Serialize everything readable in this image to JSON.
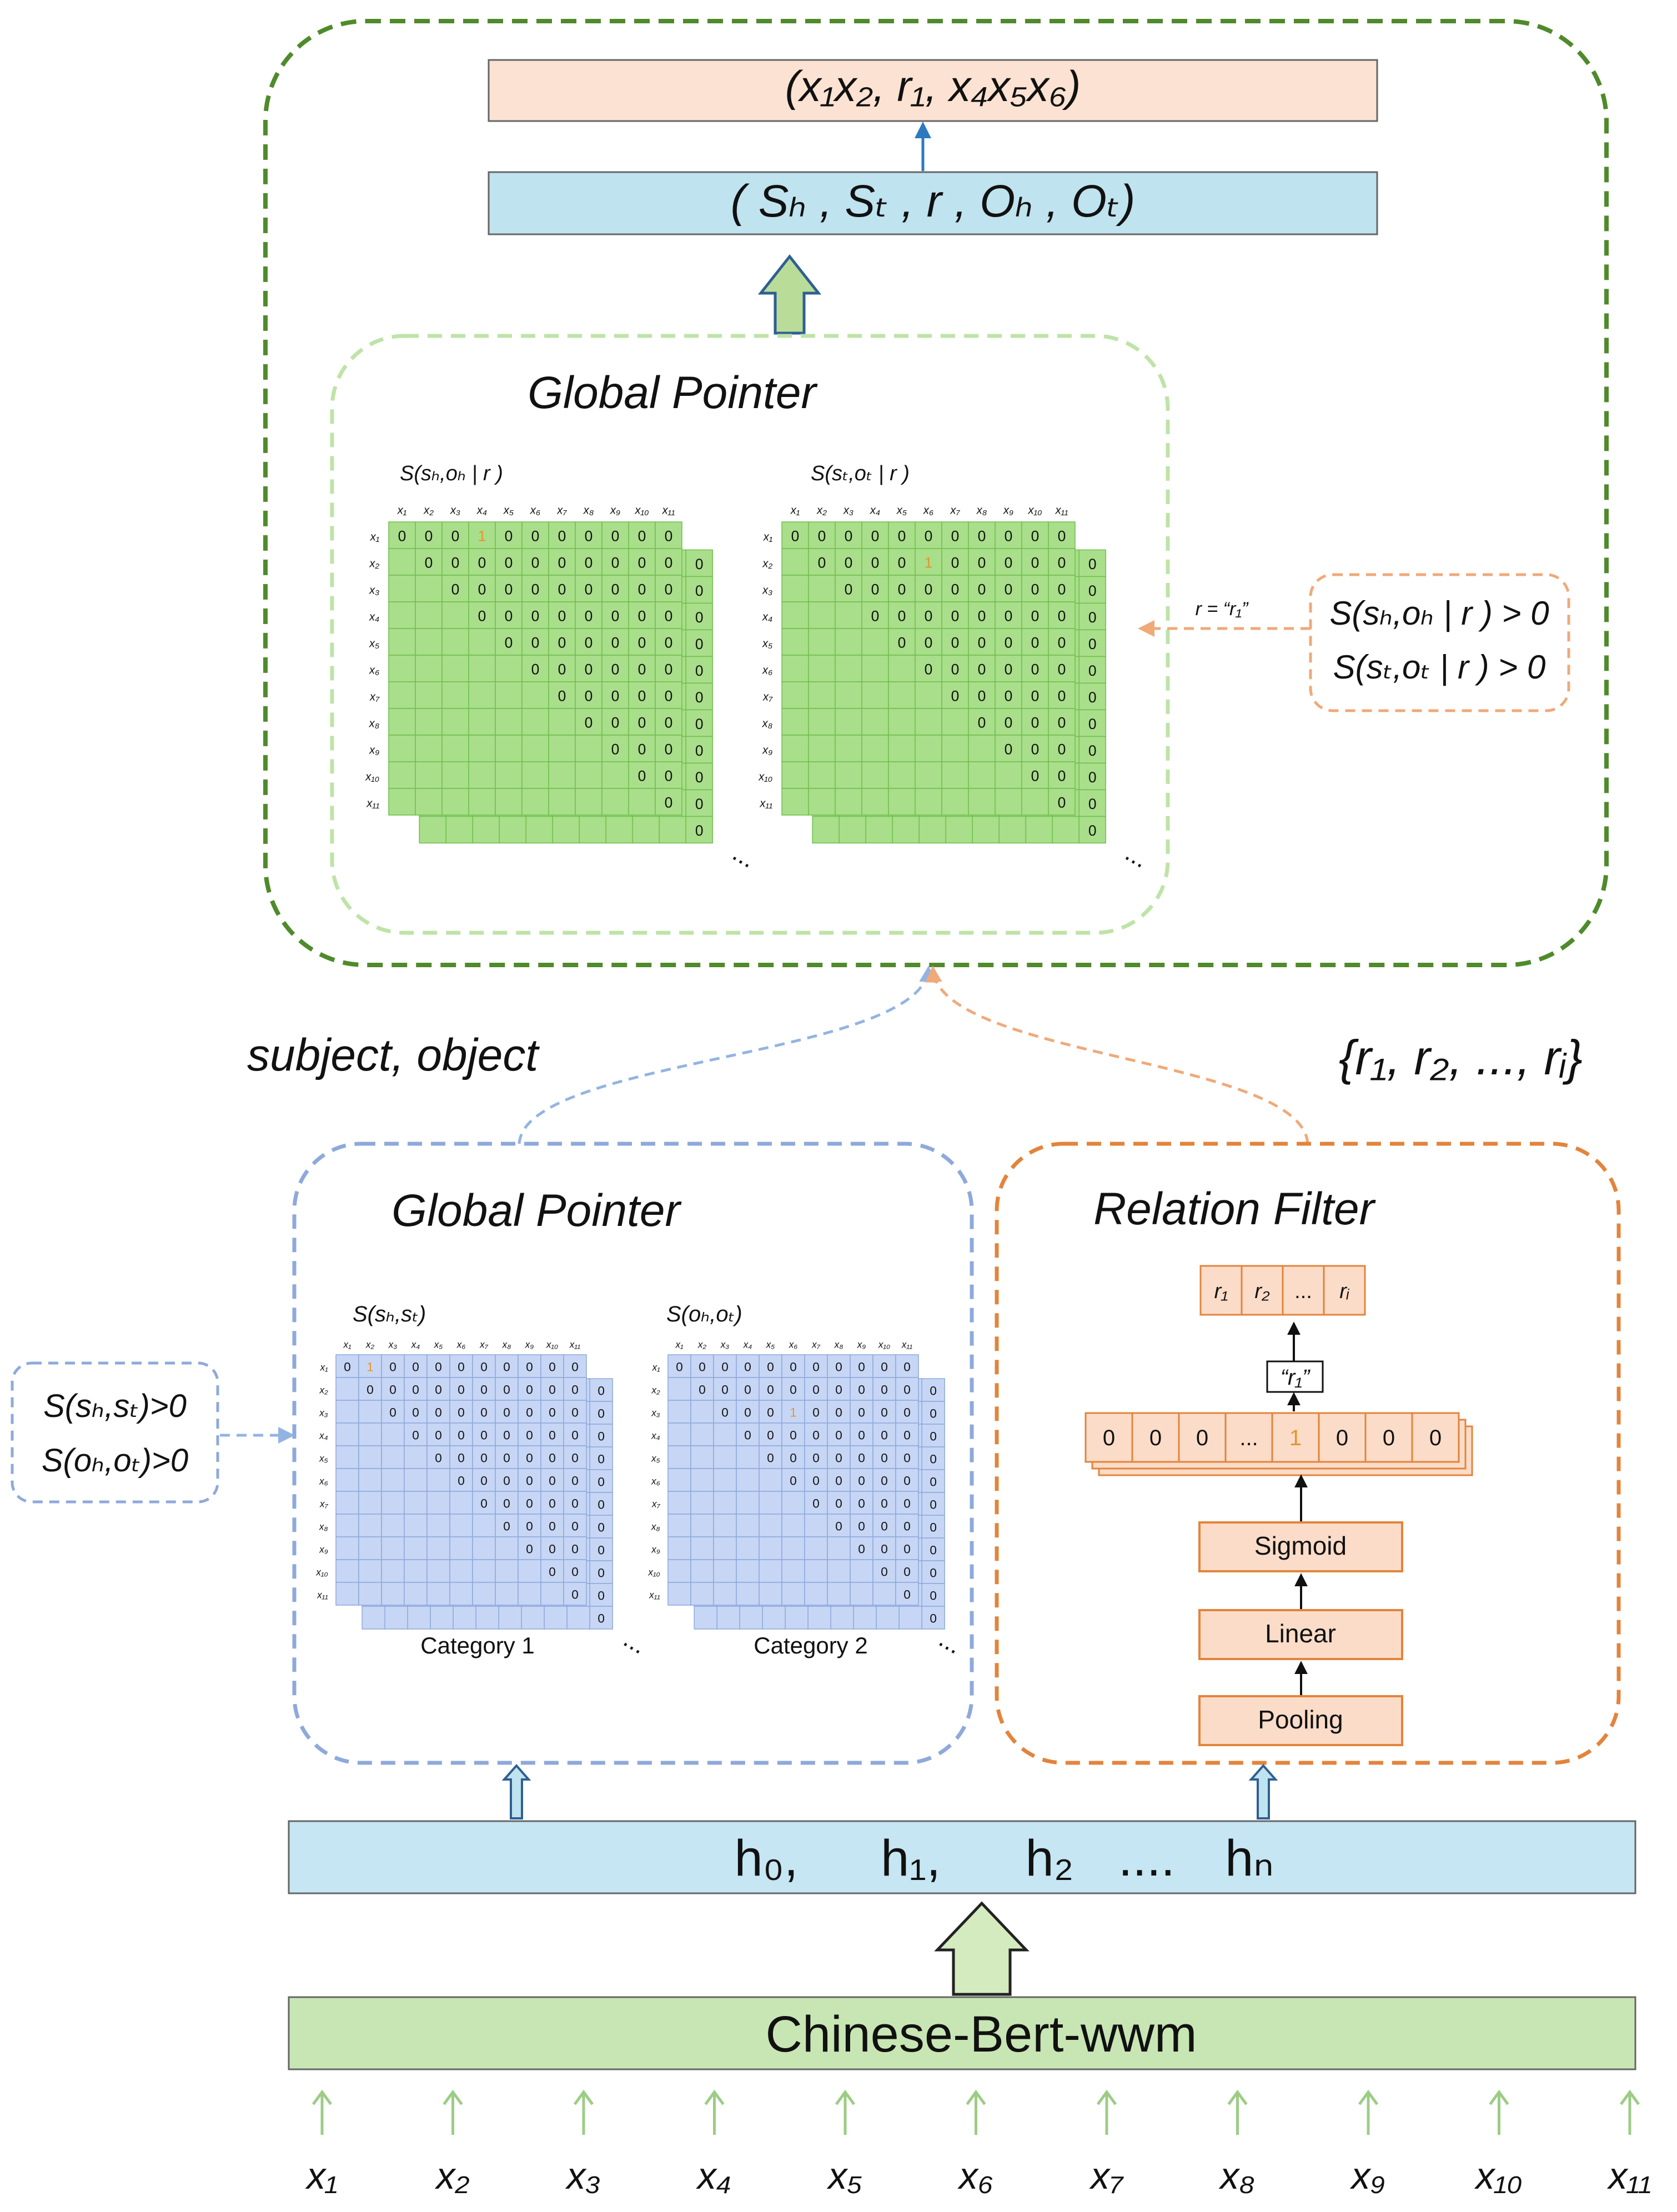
{
  "colors": {
    "outer_border": "#4f8a2b",
    "top_gp_border": "#bfe3a8",
    "blue_border": "#8ea9db",
    "orange_border": "#e3843c",
    "output_fill": "#fbe2d2",
    "triple_fill": "#bfe3ef",
    "hidden_fill": "#c5e6f2",
    "bert_fill": "#c8e6b4",
    "green_cell": "#a9de8a",
    "blue_cell": "#c7d6f5",
    "orange_cell": "#fbdcc8",
    "arrow_blue": "#2c79c0",
    "arrow_green_light": "#9ccc85",
    "one_color": "#e8932f"
  },
  "top": {
    "output_sequence": "(x₁x₂,  r₁,  x₄x₅x₆)",
    "triple": "( Sₕ , Sₜ , r , Oₕ , Oₜ)",
    "global_pointer_title": "Global Pointer",
    "matrix_left_label": "S(sₕ,oₕ | r )",
    "matrix_right_label": "S(sₜ,oₜ | r )",
    "relation_hint": "r = “r₁”",
    "condition_1": "S(sₕ,oₕ | r ) > 0",
    "condition_2": "S(sₜ,oₜ | r ) > 0"
  },
  "middle": {
    "subject_object_label": "subject, object",
    "relation_set_label": "{r₁, r₂, ..., rᵢ}"
  },
  "bottom_gp": {
    "title": "Global Pointer",
    "matrix_left_label": "S(sₕ,sₜ)",
    "matrix_right_label": "S(oₕ,oₜ)",
    "category_1": "Category 1",
    "category_2": "Category 2",
    "condition_1": "S(sₕ,sₜ)>0",
    "condition_2": "S(oₕ,oₜ)>0"
  },
  "relation_filter": {
    "title": "Relation Filter",
    "relation_cells": [
      "r₁",
      "r₂",
      "...",
      "rᵢ"
    ],
    "selected_relation": "“r₁”",
    "vector_cells": [
      "0",
      "0",
      "0",
      "...",
      "1",
      "0",
      "0",
      "0"
    ],
    "sigmoid_label": "Sigmoid",
    "linear_label": "Linear",
    "pooling_label": "Pooling"
  },
  "hidden_states": [
    "h₀,",
    "h₁,",
    "h₂",
    "....",
    "hₙ"
  ],
  "encoder_label": "Chinese-Bert-wwm",
  "tokens": [
    "x₁",
    "x₂",
    "x₃",
    "x₄",
    "x₅",
    "x₆",
    "x₇",
    "x₈",
    "x₉",
    "x₁₀",
    "x₁₁"
  ],
  "ellipsis": "..."
}
